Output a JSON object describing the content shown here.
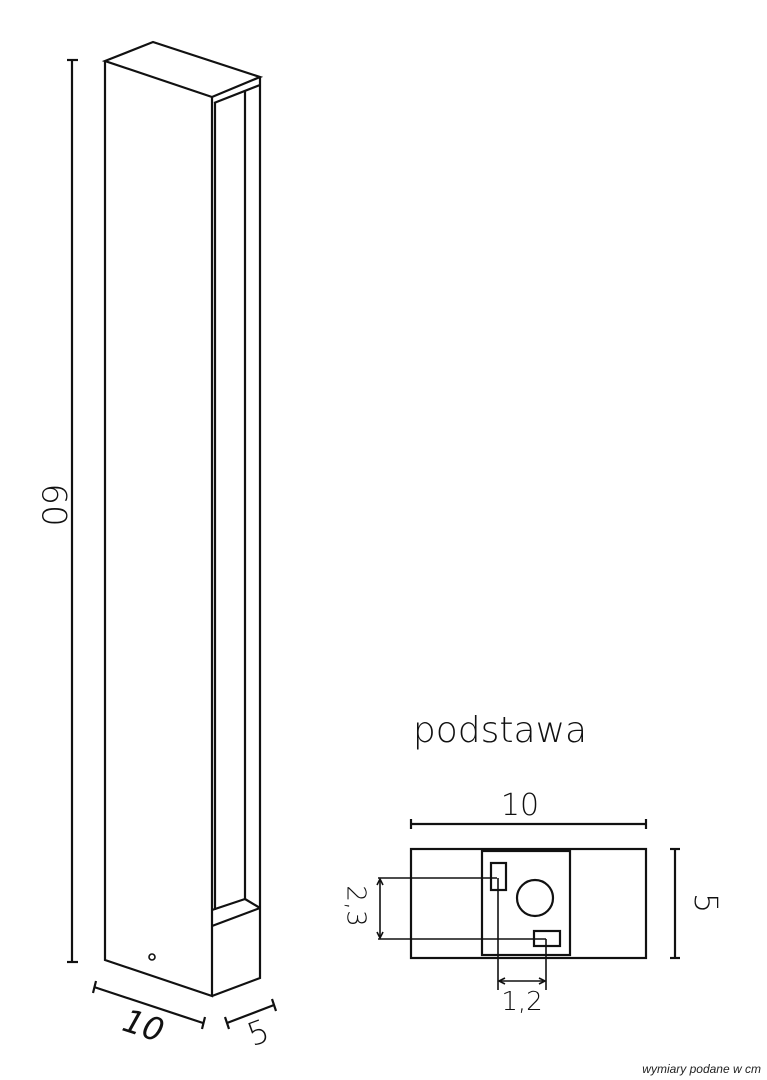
{
  "product_view": {
    "height_label": "60",
    "width_label": "10",
    "depth_label": "5"
  },
  "base_view": {
    "title": "podstawa",
    "width_label": "10",
    "depth_label": "5",
    "hole_vertical_spacing_label": "2,3",
    "hole_horizontal_spacing_label": "1,2"
  },
  "footer": "wymiary podane w cm"
}
